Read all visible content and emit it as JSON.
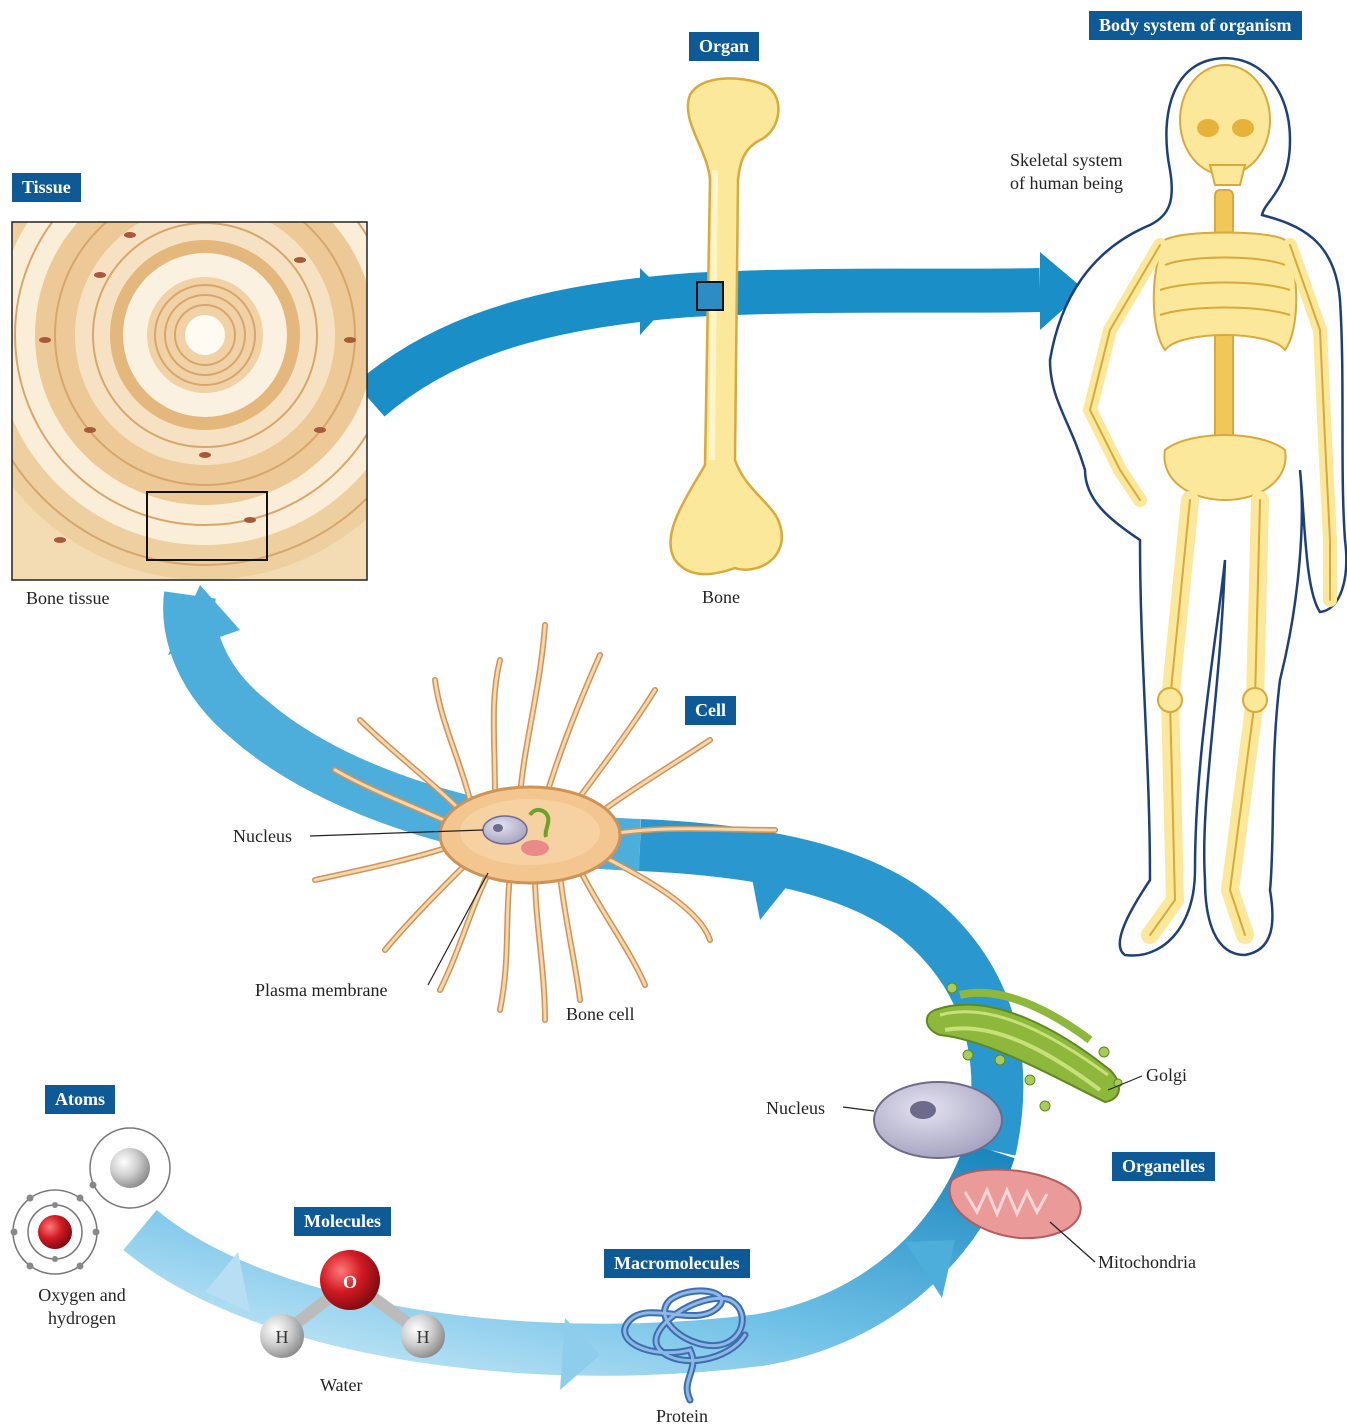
{
  "levels": {
    "atoms": "Atoms",
    "molecules": "Molecules",
    "macromolecules": "Macromolecules",
    "organelles": "Organelles",
    "cell": "Cell",
    "tissue": "Tissue",
    "organ": "Organ",
    "body_system": "Body system of organism"
  },
  "labels": {
    "oxygen_hydrogen_line1": "Oxygen and",
    "oxygen_hydrogen_line2": "hydrogen",
    "water": "Water",
    "oxygen_symbol": "O",
    "hydrogen_symbol": "H",
    "protein": "Protein",
    "golgi": "Golgi",
    "organelle_nucleus": "Nucleus",
    "mitochondria": "Mitochondria",
    "cell_nucleus": "Nucleus",
    "plasma_membrane": "Plasma membrane",
    "bone_cell": "Bone cell",
    "bone_tissue": "Bone tissue",
    "bone": "Bone",
    "skeletal_line1": "Skeletal system",
    "skeletal_line2": "of human being"
  },
  "colors": {
    "badge": "#0e5a96",
    "arrow_light": "#bfe3f5",
    "arrow_dark": "#1f8fc4",
    "bone": "#fbe89a",
    "bone_outline": "#d9a93a",
    "cell": "#f0c48a",
    "oxygen": "#c8141c",
    "hydrogen": "#c9c9c9",
    "golgi": "#8db83c",
    "mitochondria": "#e88a8a",
    "nucleus": "#b7b5cc"
  },
  "icons": [
    "oxygen-atom-icon",
    "hydrogen-atom-icon",
    "water-molecule-icon",
    "protein-icon",
    "golgi-icon",
    "mitochondria-icon",
    "nucleus-icon",
    "bone-cell-icon",
    "bone-tissue-image",
    "bone-icon",
    "skeleton-icon"
  ]
}
